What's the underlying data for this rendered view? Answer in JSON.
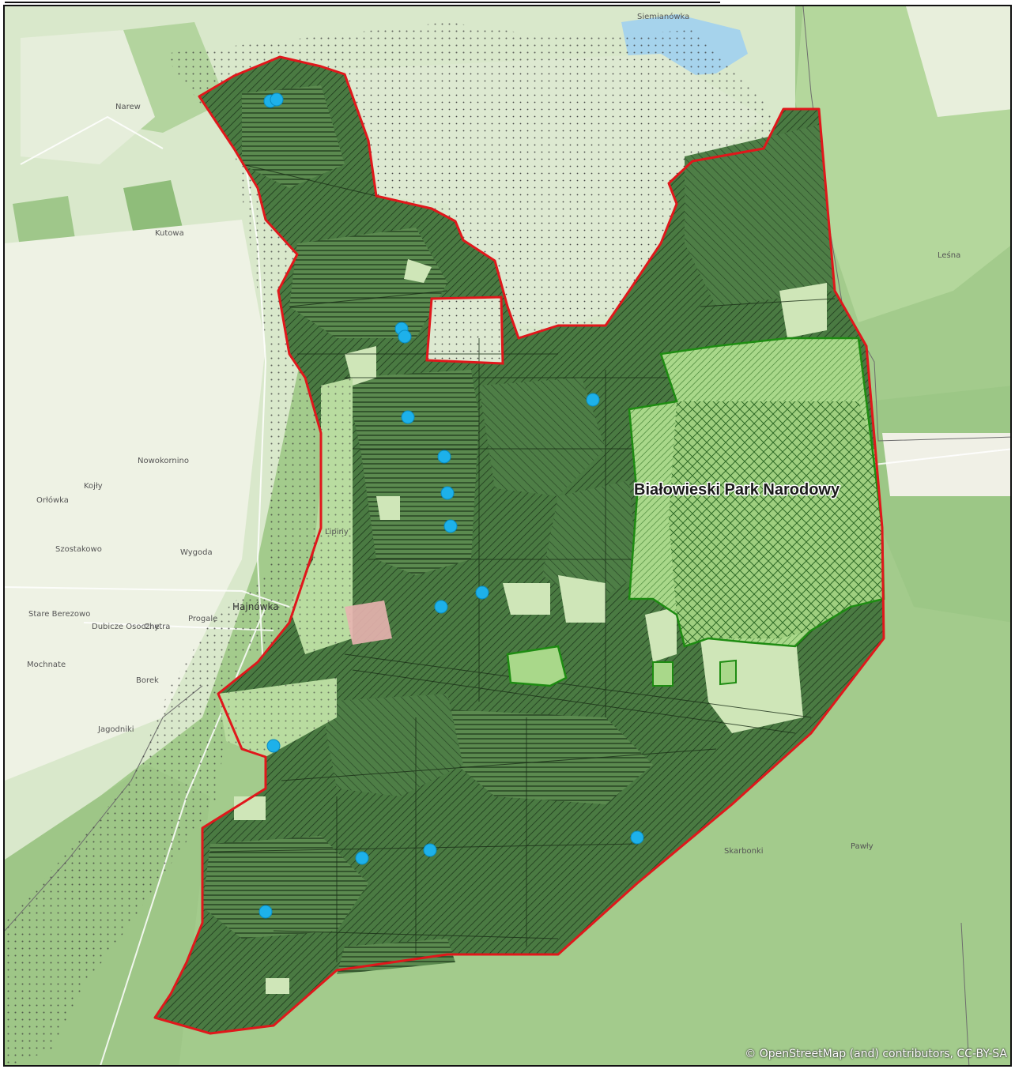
{
  "map": {
    "park_label": "Białowieski Park Narodowy",
    "attribution": "© OpenStreetMap (and) contributors, CC-BY-SA",
    "towns": {
      "hajnowka": "Hajnówka",
      "narew": "Narew",
      "kutowa": "Kutowa",
      "lipiny": "Lipiny",
      "mochnate": "Mochnate",
      "borek": "Borek",
      "jagodniki": "Jagodniki",
      "skarbonki": "Skarbonki",
      "nowokornino": "Nowokornino",
      "kojly": "Kojły",
      "wygoda": "Wygoda",
      "chytra": "Chytra",
      "progale": "Progale",
      "siemianowka": "Siemianówka",
      "starzyna": "Stare Berezowo",
      "lesna": "Leśna",
      "pawliczka": "Pawły",
      "dubicze": "Dubicze Osoczne",
      "orlowka": "Orłówka",
      "szostakowo": "Szostakowo"
    },
    "colors": {
      "boundary": "#e0171b",
      "park_outline": "#1e8c12",
      "forest_fill": "#4f7d45",
      "survey_point": "#1db1ea",
      "background": "#c7ddb6"
    }
  }
}
